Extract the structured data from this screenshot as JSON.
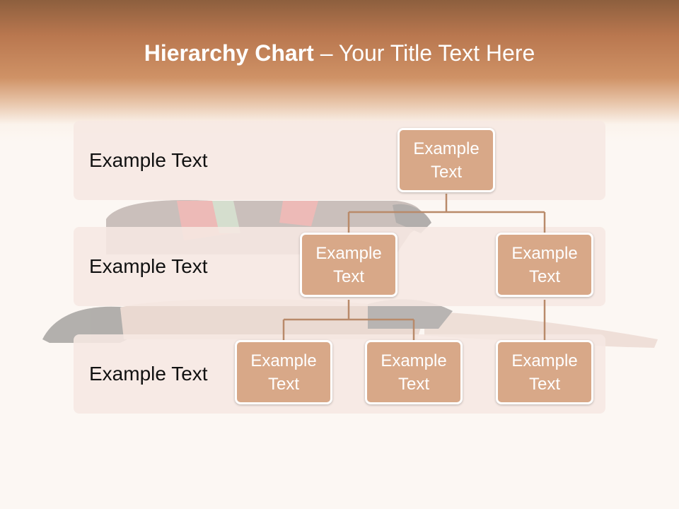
{
  "title": {
    "bold": "Hierarchy Chart",
    "rest": " – Your Title Text Here"
  },
  "levels": [
    {
      "label": "Example Text"
    },
    {
      "label": "Example Text"
    },
    {
      "label": "Example Text"
    }
  ],
  "nodes": {
    "root": "Example Text",
    "level2_left": "Example Text",
    "level2_right": "Example Text",
    "level3_a": "Example Text",
    "level3_b": "Example Text",
    "level3_c": "Example Text"
  },
  "colors": {
    "header": "#c88a5e",
    "node_fill": "#d8a888",
    "band": "#f6e8e2",
    "connector": "#b98a6a"
  }
}
